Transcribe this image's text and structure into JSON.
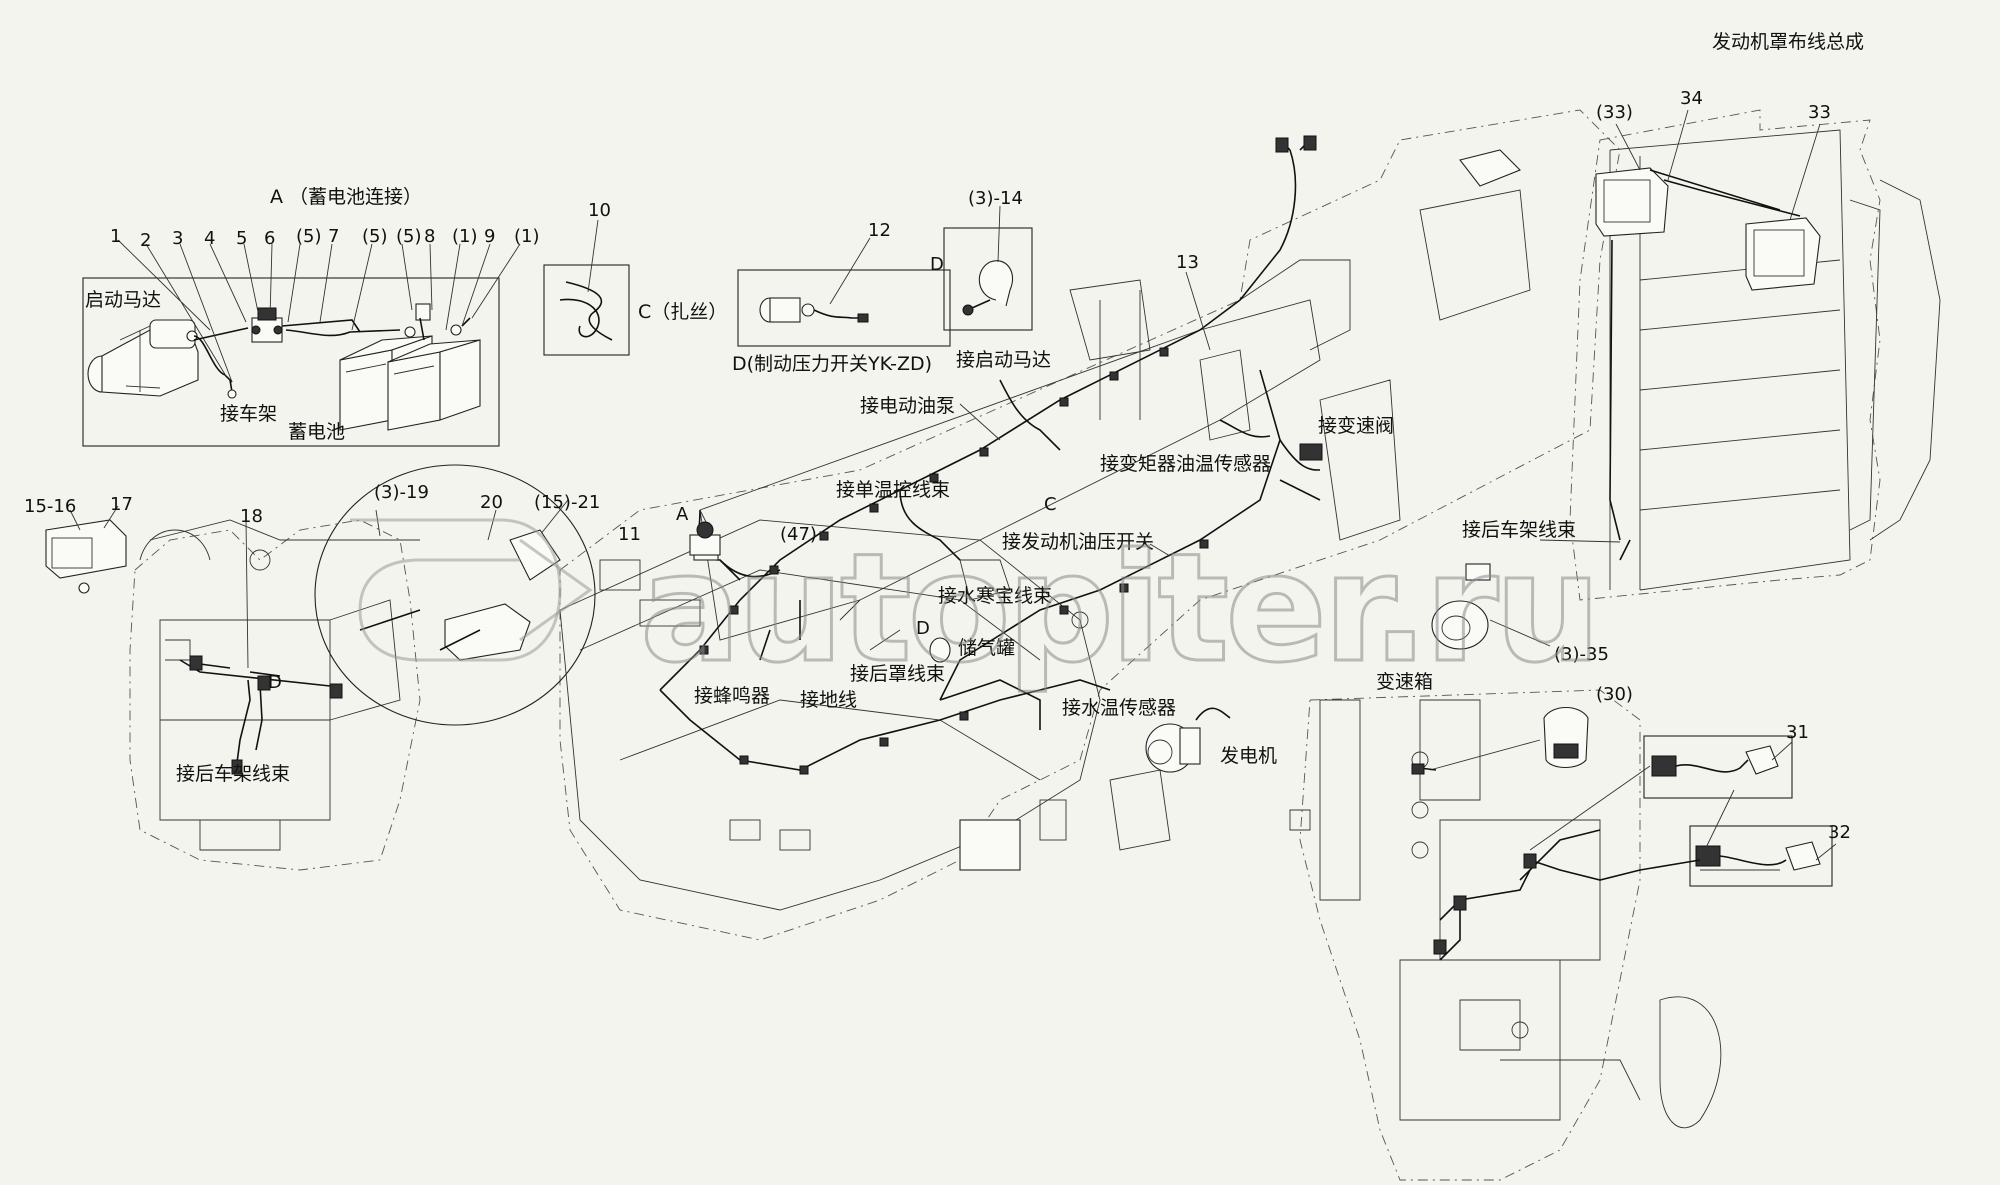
{
  "title": "发动机罩布线总成",
  "detail_a": {
    "header": "A （蓄电池连接）",
    "starter": "启动马达",
    "frame": "接车架",
    "battery": "蓄电池",
    "numbers": [
      "1",
      "2",
      "3",
      "4",
      "5",
      "6",
      "(5)",
      "7",
      "(5)",
      "(5)",
      "8",
      "(1)",
      "9",
      "(1)"
    ]
  },
  "detail_c": {
    "number": "10",
    "label": "C（扎丝）"
  },
  "detail_d_switch": {
    "number": "12",
    "label": "D(制动压力开关YK-ZD)"
  },
  "detail_d_starter": {
    "number": "(3)-14",
    "letter": "D",
    "label": "接启动马达"
  },
  "rear_frame": {
    "numbers": [
      "15-16",
      "17",
      "18",
      "(3)-19",
      "20",
      "(15)-21",
      "11"
    ],
    "letter_d": "D",
    "harness": "接后车架线束"
  },
  "main_labels": {
    "n13": "13",
    "pump": "接电动油泵",
    "single_temp": "接单温控线束",
    "c": "C",
    "converter_temp": "接变矩器油温传感器",
    "trans_valve": "接变速阀",
    "oil_pressure": "接发动机油压开关",
    "water_heater": "接水寒宝线束",
    "a": "A",
    "n47": "(47)",
    "tank": "储气罐",
    "rear_cover": "接后罩线束",
    "d": "D",
    "buzzer": "接蜂鸣器",
    "ground": "接地线",
    "water_temp": "接水温传感器",
    "generator": "发电机"
  },
  "hood": {
    "n33a": "(33)",
    "n34": "34",
    "n33": "33",
    "rear_frame": "接后车架线束",
    "n35": "(3)-35"
  },
  "gearbox": {
    "label": "变速箱",
    "n30": "(30)",
    "n31": "31",
    "n32": "32"
  },
  "watermark": "autopiter.ru"
}
